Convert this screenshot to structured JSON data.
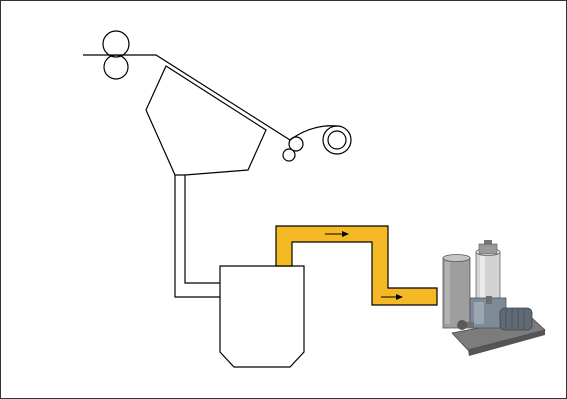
{
  "diagram": {
    "components": [
      {
        "id": "press-rollers",
        "icon": "roller-pair-icon"
      },
      {
        "id": "collection-hopper",
        "icon": "funnel-icon"
      },
      {
        "id": "winder-rollers",
        "icon": "take-up-roll-icon"
      },
      {
        "id": "drop-pipe",
        "icon": "pipe-icon"
      },
      {
        "id": "receiving-tank",
        "icon": "tank-icon"
      },
      {
        "id": "suction-duct",
        "icon": "duct-icon"
      },
      {
        "id": "vacuum-blower-unit",
        "icon": "roots-blower-icon"
      }
    ],
    "flow": {
      "direction": "to-blower",
      "duct_color": "#F6B926",
      "arrow_color": "#000000"
    },
    "colors": {
      "line": "#000000",
      "frame": "#333333",
      "background": "#FFFFFF"
    }
  }
}
